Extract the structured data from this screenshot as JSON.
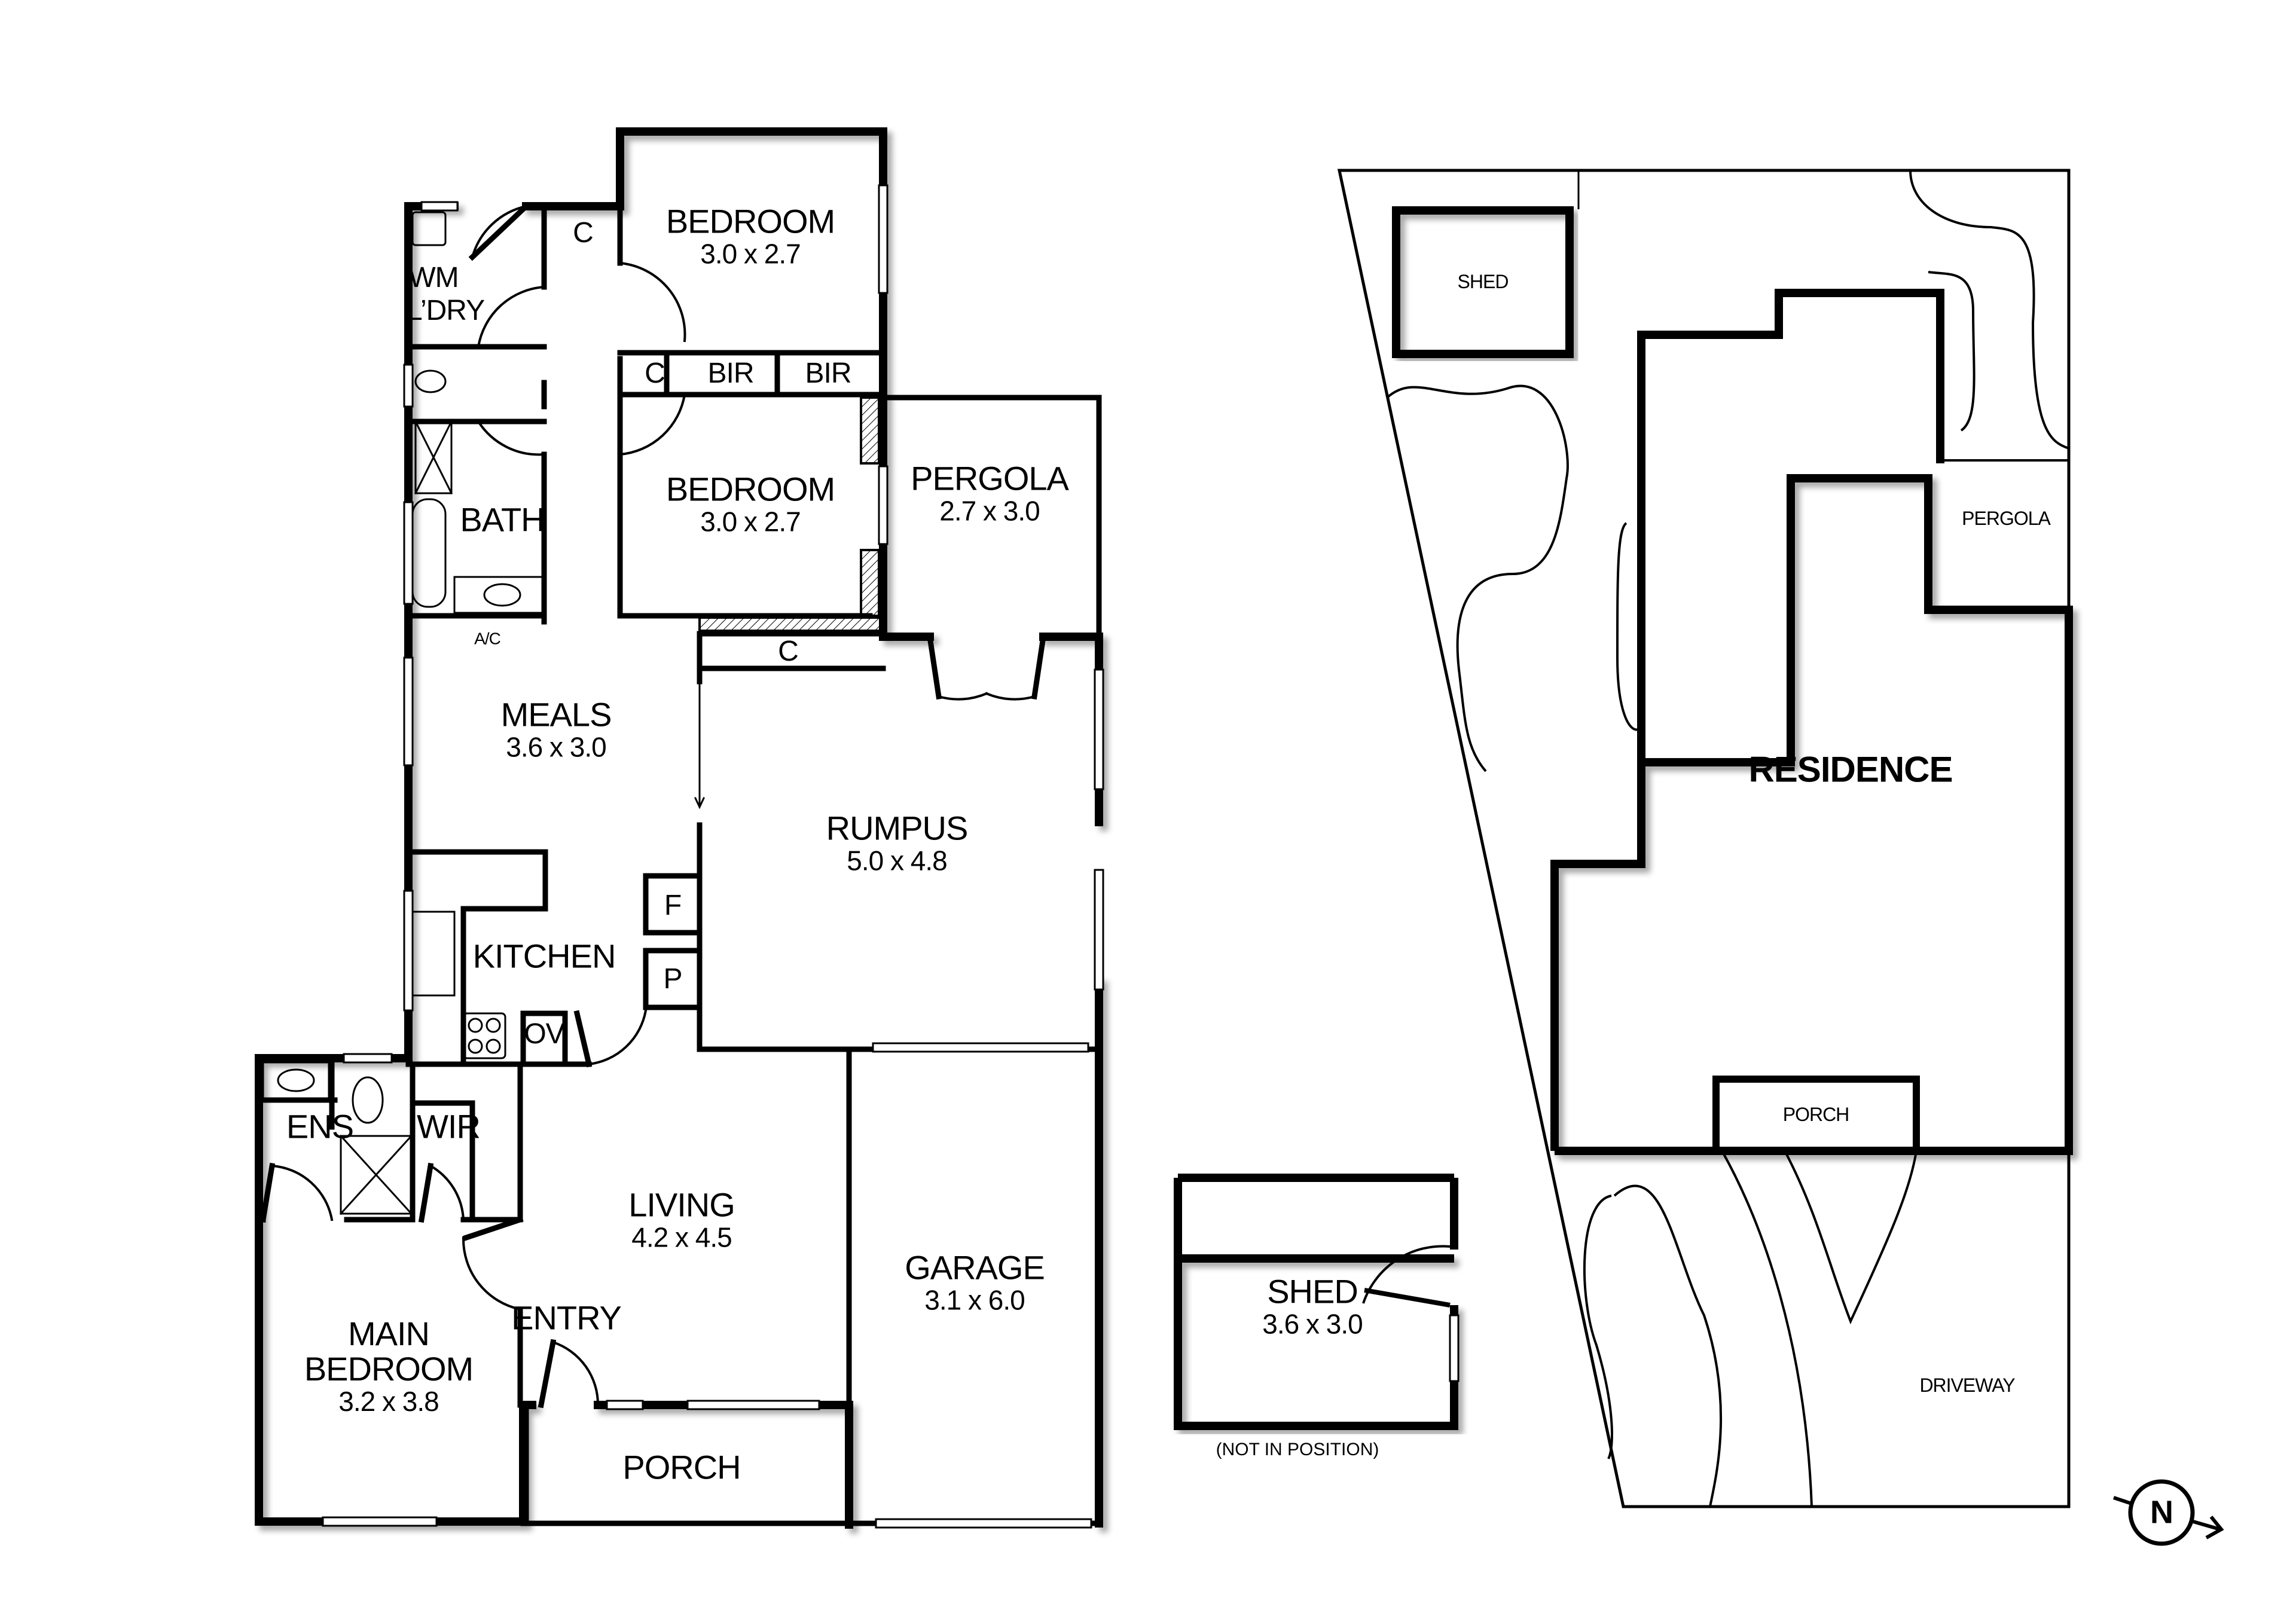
{
  "floor_plan": {
    "rooms": [
      {
        "id": "bedroom1",
        "name": "BEDROOM",
        "dims": "3.0 x 2.7"
      },
      {
        "id": "bedroom2",
        "name": "BEDROOM",
        "dims": "3.0 x 2.7"
      },
      {
        "id": "pergola",
        "name": "PERGOLA",
        "dims": "2.7 x 3.0"
      },
      {
        "id": "meals",
        "name": "MEALS",
        "dims": "3.6 x 3.0"
      },
      {
        "id": "rumpus",
        "name": "RUMPUS",
        "dims": "5.0 x 4.8"
      },
      {
        "id": "kitchen",
        "name": "KITCHEN",
        "dims": ""
      },
      {
        "id": "living",
        "name": "LIVING",
        "dims": "4.2 x 4.5"
      },
      {
        "id": "garage",
        "name": "GARAGE",
        "dims": "3.1 x 6.0"
      },
      {
        "id": "main_bedroom",
        "name": "MAIN\nBEDROOM",
        "name_line1": "MAIN",
        "name_line2": "BEDROOM",
        "dims": "3.2 x 3.8"
      },
      {
        "id": "entry",
        "name": "ENTRY",
        "dims": ""
      },
      {
        "id": "porch",
        "name": "PORCH",
        "dims": ""
      },
      {
        "id": "bath",
        "name": "BATH",
        "dims": ""
      },
      {
        "id": "ens",
        "name": "ENS",
        "dims": ""
      },
      {
        "id": "wir",
        "name": "WIR",
        "dims": ""
      }
    ],
    "small_labels": {
      "wm": "WM",
      "ldry": "L’DRY",
      "c_top": "C",
      "c_mid": "C",
      "bir1": "BIR",
      "bir2": "BIR",
      "c_hall": "C",
      "f": "F",
      "p": "P",
      "ov": "OV",
      "ac": "A/C"
    }
  },
  "shed_plan": {
    "name": "SHED",
    "dims": "3.6 x 3.0",
    "note": "(NOT IN POSITION)"
  },
  "site_plan": {
    "labels": {
      "shed": "SHED",
      "pergola": "PERGOLA",
      "residence": "RESIDENCE",
      "porch": "PORCH",
      "driveway": "DRIVEWAY"
    }
  },
  "compass": {
    "letter": "N"
  }
}
